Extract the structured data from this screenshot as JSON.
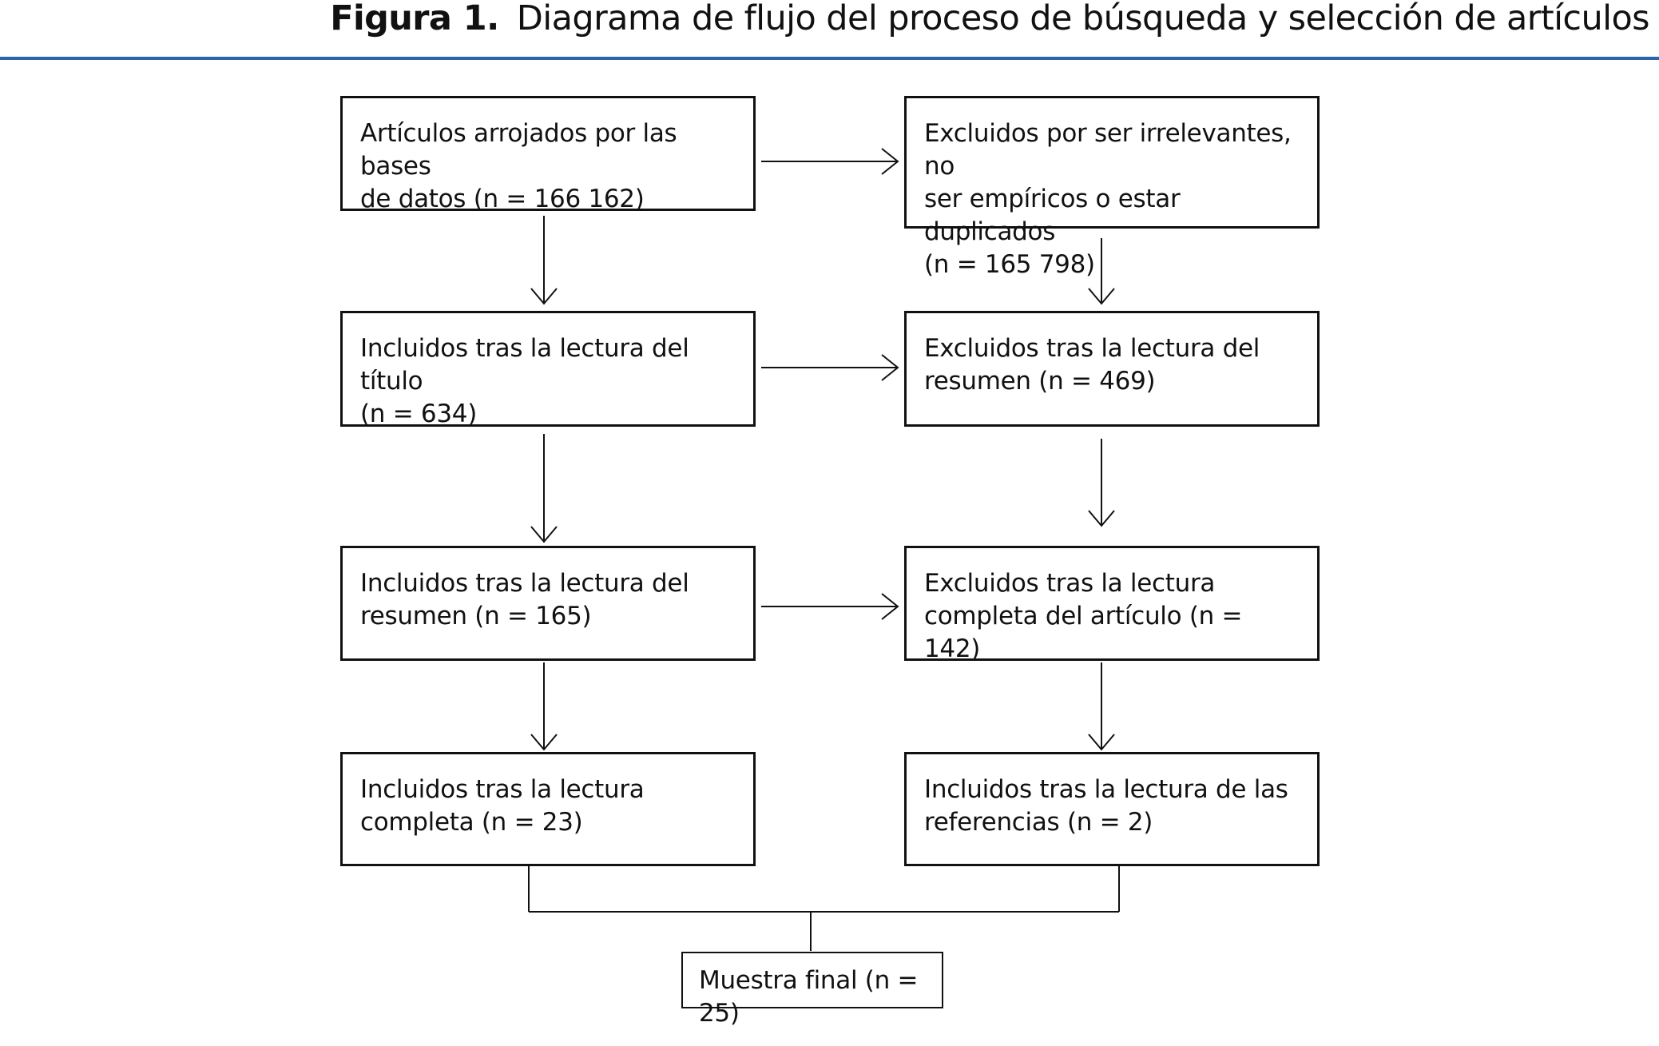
{
  "figure": {
    "label": "Figura 1.",
    "title": "Diagrama de flujo del proceso de búsqueda y selección de artículos",
    "accent_color": "#2e65a8"
  },
  "flow": {
    "left": [
      "Artículos arrojados por las bases\nde datos (n = 166 162)",
      "Incluidos tras la lectura del título\n(n = 634)",
      "Incluidos tras la lectura del\nresumen (n = 165)",
      "Incluidos tras la lectura\ncompleta (n = 23)"
    ],
    "right": [
      "Excluidos por ser irrelevantes, no\nser empíricos o estar duplicados\n(n = 165 798)",
      "Excluidos tras la lectura del\nresumen (n = 469)",
      "Excluidos tras la lectura\ncompleta del artículo (n = 142)",
      "Incluidos tras la lectura de las\nreferencias (n = 2)"
    ],
    "final": "Muestra final (n = 25)"
  }
}
